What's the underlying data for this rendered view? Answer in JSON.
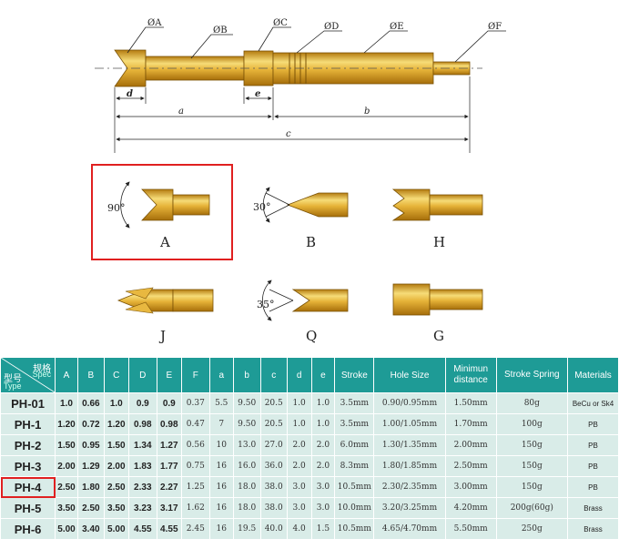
{
  "drawing": {
    "diameter_labels": [
      "ØA",
      "ØB",
      "ØC",
      "ØD",
      "ØE",
      "ØF"
    ],
    "length_labels": [
      "d",
      "e",
      "a",
      "b",
      "c"
    ],
    "tips": [
      {
        "label": "A",
        "angle": "90°",
        "highlighted": true
      },
      {
        "label": "B",
        "angle": "30°"
      },
      {
        "label": "H"
      },
      {
        "label": "J"
      },
      {
        "label": "Q",
        "angle": "35°"
      },
      {
        "label": "G"
      }
    ]
  },
  "table": {
    "header": {
      "spec_cn": "规格",
      "spec_en": "Spec",
      "type_cn": "型号",
      "type_en": "Type",
      "columns": [
        "A",
        "B",
        "C",
        "D",
        "E",
        "F",
        "a",
        "b",
        "c",
        "d",
        "e",
        "Stroke",
        "Hole Size",
        "Minimun distance",
        "Stroke Spring",
        "Materials"
      ]
    },
    "rows": [
      {
        "type": "PH-01",
        "values": [
          "1.0",
          "0.66",
          "1.0",
          "0.9",
          "0.9",
          "0.37",
          "5.5",
          "9.50",
          "20.5",
          "1.0",
          "1.0",
          "3.5mm",
          "0.90/0.95mm",
          "1.50mm",
          "80g",
          "BeCu or Sk4"
        ]
      },
      {
        "type": "PH-1",
        "values": [
          "1.20",
          "0.72",
          "1.20",
          "0.98",
          "0.98",
          "0.47",
          "7",
          "9.50",
          "20.5",
          "1.0",
          "1.0",
          "3.5mm",
          "1.00/1.05mm",
          "1.70mm",
          "100g",
          "PB"
        ]
      },
      {
        "type": "PH-2",
        "values": [
          "1.50",
          "0.95",
          "1.50",
          "1.34",
          "1.27",
          "0.56",
          "10",
          "13.0",
          "27.0",
          "2.0",
          "2.0",
          "6.0mm",
          "1.30/1.35mm",
          "2.00mm",
          "150g",
          "PB"
        ]
      },
      {
        "type": "PH-3",
        "values": [
          "2.00",
          "1.29",
          "2.00",
          "1.83",
          "1.77",
          "0.75",
          "16",
          "16.0",
          "36.0",
          "2.0",
          "2.0",
          "8.3mm",
          "1.80/1.85mm",
          "2.50mm",
          "150g",
          "PB"
        ]
      },
      {
        "type": "PH-4",
        "highlighted": true,
        "values": [
          "2.50",
          "1.80",
          "2.50",
          "2.33",
          "2.27",
          "1.25",
          "16",
          "18.0",
          "38.0",
          "3.0",
          "3.0",
          "10.5mm",
          "2.30/2.35mm",
          "3.00mm",
          "150g",
          "PB"
        ]
      },
      {
        "type": "PH-5",
        "values": [
          "3.50",
          "2.50",
          "3.50",
          "3.23",
          "3.17",
          "1.62",
          "16",
          "18.0",
          "38.0",
          "3.0",
          "3.0",
          "10.0mm",
          "3.20/3.25mm",
          "4.20mm",
          "200g(60g)",
          "Brass"
        ]
      },
      {
        "type": "PH-6",
        "values": [
          "5.00",
          "3.40",
          "5.00",
          "4.55",
          "4.55",
          "2.45",
          "16",
          "19.5",
          "40.0",
          "4.0",
          "1.5",
          "10.5mm",
          "4.65/4.70mm",
          "5.50mm",
          "250g",
          "Brass"
        ]
      }
    ]
  },
  "colors": {
    "gold": "#d9a21e",
    "gold_light": "#f2d36a",
    "teal": "#1e9b96",
    "highlight": "#e02020",
    "cell": "#d9ece8"
  }
}
